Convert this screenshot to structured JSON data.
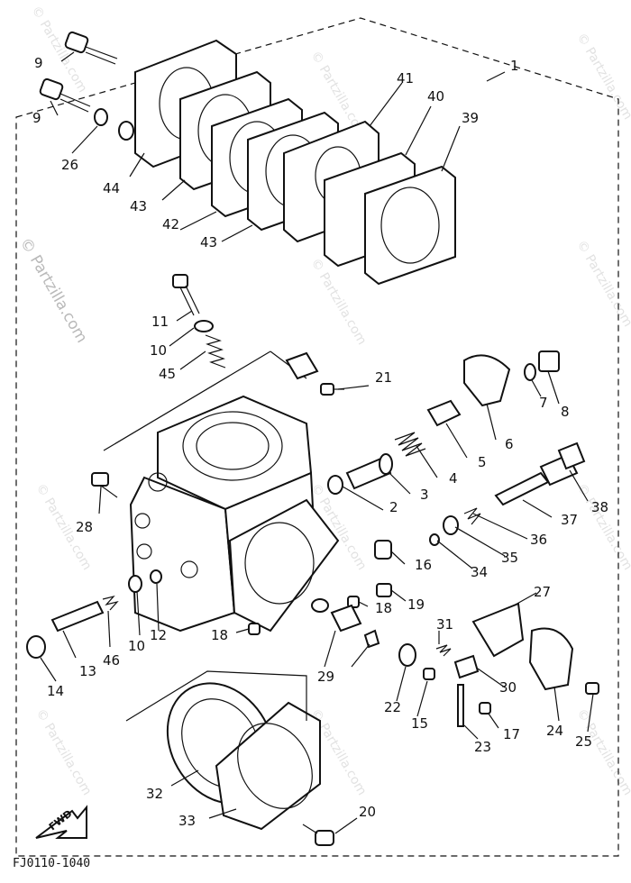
{
  "watermark": {
    "main": "© Partzilla.com",
    "tile": "© Partzilla.com"
  },
  "drawing_code": "FJ0110-1040",
  "fwd_label": "FWD",
  "parts": {
    "p1": "1",
    "p2": "2",
    "p3": "3",
    "p4": "4",
    "p5": "5",
    "p6": "6",
    "p7": "7",
    "p8": "8",
    "p9a": "9",
    "p9b": "9",
    "p10a": "10",
    "p10b": "10",
    "p11": "11",
    "p12": "12",
    "p13": "13",
    "p14": "14",
    "p15": "15",
    "p16": "16",
    "p17": "17",
    "p18a": "18",
    "p18b": "18",
    "p19": "19",
    "p20": "20",
    "p21": "21",
    "p22": "22",
    "p23": "23",
    "p24": "24",
    "p25": "25",
    "p26": "26",
    "p27": "27",
    "p28": "28",
    "p29": "29",
    "p30": "30",
    "p31": "31",
    "p32": "32",
    "p33": "33",
    "p34": "34",
    "p35": "35",
    "p36": "36",
    "p37": "37",
    "p38": "38",
    "p39": "39",
    "p40": "40",
    "p41": "41",
    "p42": "42",
    "p43a": "43",
    "p43b": "43",
    "p44": "44",
    "p45": "45",
    "p46": "46"
  }
}
